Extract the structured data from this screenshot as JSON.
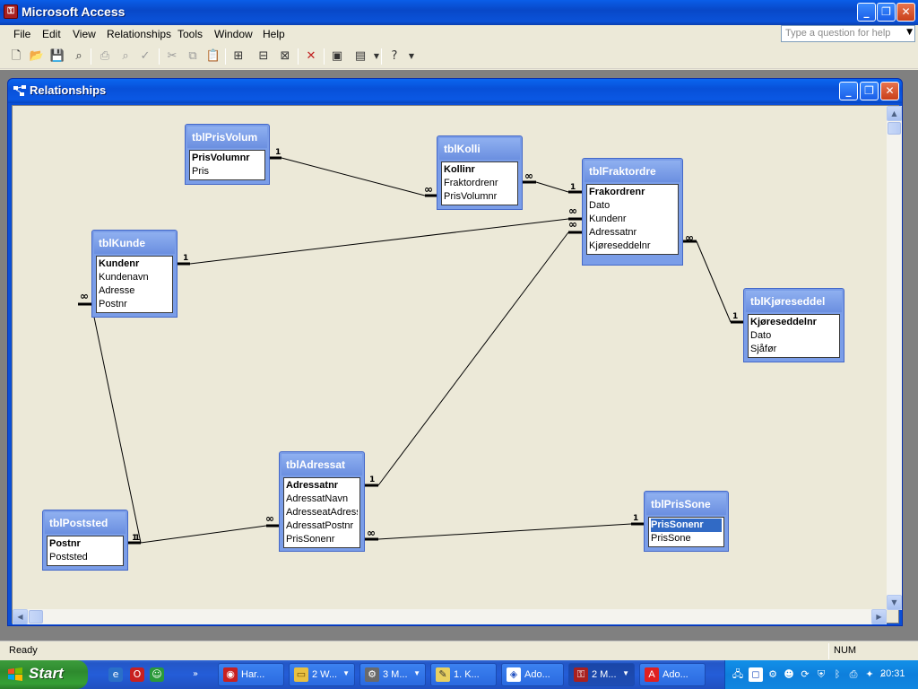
{
  "app": {
    "title": "Microsoft Access",
    "minimize": "_",
    "restore": "❐",
    "close": "✕"
  },
  "menu": {
    "items": [
      "File",
      "Edit",
      "View",
      "Relationships",
      "Tools",
      "Window",
      "Help"
    ],
    "ask_placeholder": "Type a question for help"
  },
  "toolbar": {
    "icons": [
      "new-icon",
      "open-icon",
      "save-icon",
      "search-icon",
      "print-icon",
      "print-preview-icon",
      "spelling-icon",
      "cut-icon",
      "copy-icon",
      "paste-icon",
      "show-table-icon",
      "show-direct-icon",
      "show-all-icon",
      "delete-icon",
      "new-object-icon",
      "database-window-icon",
      "help-icon"
    ]
  },
  "window": {
    "title": "Relationships",
    "minimize": "_",
    "restore": "❐",
    "close": "✕"
  },
  "tables": [
    {
      "id": "tblPrisVolum",
      "name": "tblPrisVolum",
      "fields": [
        {
          "name": "PrisVolumnr",
          "pk": true
        },
        {
          "name": "Pris"
        }
      ]
    },
    {
      "id": "tblKolli",
      "name": "tblKolli",
      "fields": [
        {
          "name": "Kollinr",
          "pk": true
        },
        {
          "name": "Fraktordrenr"
        },
        {
          "name": "PrisVolumnr"
        }
      ]
    },
    {
      "id": "tblFraktordre",
      "name": "tblFraktordre",
      "fields": [
        {
          "name": "Frakordrenr",
          "pk": true
        },
        {
          "name": "Dato"
        },
        {
          "name": "Kundenr"
        },
        {
          "name": "Adressatnr"
        },
        {
          "name": "Kjøreseddelnr"
        }
      ]
    },
    {
      "id": "tblKunde",
      "name": "tblKunde",
      "fields": [
        {
          "name": "Kundenr",
          "pk": true
        },
        {
          "name": "Kundenavn"
        },
        {
          "name": "Adresse"
        },
        {
          "name": "Postnr"
        }
      ]
    },
    {
      "id": "tblKjoreseddel",
      "name": "tblKjøreseddel",
      "fields": [
        {
          "name": "Kjøreseddelnr",
          "pk": true
        },
        {
          "name": "Dato"
        },
        {
          "name": "Sjåfør"
        }
      ]
    },
    {
      "id": "tblAdressat",
      "name": "tblAdressat",
      "fields": [
        {
          "name": "Adressatnr",
          "pk": true
        },
        {
          "name": "AdressatNavn"
        },
        {
          "name": "AdresseatAdress"
        },
        {
          "name": "AdressatPostnr"
        },
        {
          "name": "PrisSonenr"
        }
      ]
    },
    {
      "id": "tblPoststed",
      "name": "tblPoststed",
      "fields": [
        {
          "name": "Postnr",
          "pk": true
        },
        {
          "name": "Poststed"
        }
      ]
    },
    {
      "id": "tblPrisSone",
      "name": "tblPrisSone",
      "fields": [
        {
          "name": "PrisSonenr",
          "pk": true,
          "selected": true
        },
        {
          "name": "PrisSone"
        }
      ]
    }
  ],
  "relationships": [
    {
      "from": "tblPrisVolum.PrisVolumnr",
      "to": "tblKolli.PrisVolumnr",
      "one_label": "1",
      "many_label": "∞"
    },
    {
      "from": "tblFraktordre.Frakordrenr",
      "to": "tblKolli.Fraktordrenr",
      "one_label": "1",
      "many_label": "∞"
    },
    {
      "from": "tblKunde.Kundenr",
      "to": "tblFraktordre.Kundenr",
      "one_label": "1",
      "many_label": "∞"
    },
    {
      "from": "tblAdressat.Adressatnr",
      "to": "tblFraktordre.Adressatnr",
      "one_label": "1",
      "many_label": "∞"
    },
    {
      "from": "tblKjøreseddel.Kjøreseddelnr",
      "to": "tblFraktordre.Kjøreseddelnr",
      "one_label": "1",
      "many_label": "∞"
    },
    {
      "from": "tblPoststed.Postnr",
      "to": "tblKunde.Postnr",
      "one_label": "1",
      "many_label": "∞"
    },
    {
      "from": "tblPoststed.Postnr",
      "to": "tblAdressat.AdressatPostnr",
      "one_label": "1",
      "many_label": "∞"
    },
    {
      "from": "tblPrisSone.PrisSonenr",
      "to": "tblAdressat.PrisSonenr",
      "one_label": "1",
      "many_label": "∞"
    }
  ],
  "status": {
    "left": "Ready",
    "num": "NUM"
  },
  "taskbar": {
    "start": "Start",
    "buttons": [
      {
        "label": "Har...",
        "icon": "media-icon"
      },
      {
        "label": "2 W...",
        "icon": "folder-icon"
      },
      {
        "label": "3 M...",
        "icon": "program-icon"
      },
      {
        "label": "1. K...",
        "icon": "document-icon"
      },
      {
        "label": "Ado...",
        "icon": "app-icon"
      },
      {
        "label": "2 M...",
        "icon": "access-icon",
        "active": true
      },
      {
        "label": "Ado...",
        "icon": "acrobat-icon"
      }
    ],
    "clock": "20:31"
  }
}
